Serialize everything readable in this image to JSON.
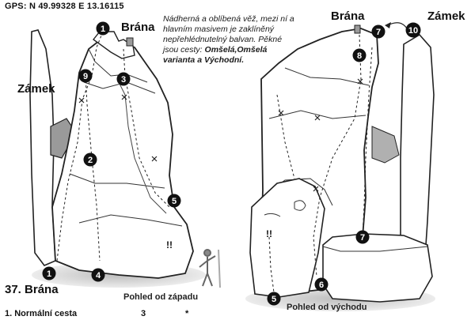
{
  "gps": "GPS: N 49.99328 E 13.16115",
  "description": {
    "text": "Nádherná a oblíbená věž, mezi ní a hlavním masivem je zaklíněný nepřehlédnutelný balvan. Pěkné jsou cesty:",
    "favorites": "Omšelá,Omšelá varianta a Východní."
  },
  "labels": {
    "brana_west": "Brána",
    "zamek_west": "Zámek",
    "brana_east": "Brána",
    "zamek_east": "Zámek"
  },
  "captions": {
    "west": "Pohled od západu",
    "east": "Pohled od východu"
  },
  "title": "37. Brána",
  "route": {
    "name": "1. Normální cesta",
    "grade": "3",
    "stars": "*"
  },
  "markers": {
    "m1a": "1",
    "m2": "2",
    "m3": "3",
    "m9": "9",
    "m5a": "5",
    "m1b": "1",
    "m4": "4",
    "m7a": "7",
    "m8": "8",
    "m10": "10",
    "m7b": "7",
    "m6": "6",
    "m5b": "5"
  },
  "excl": "!!"
}
